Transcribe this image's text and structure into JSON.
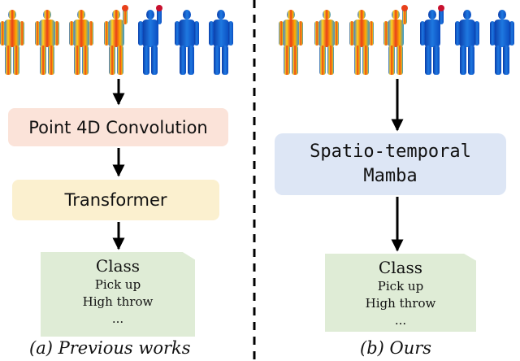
{
  "left": {
    "steps": [
      "Point 4D Convolution",
      "Transformer"
    ],
    "output": {
      "title": "Class",
      "items": [
        "Pick up",
        "High throw",
        "..."
      ]
    },
    "caption": "(a) Previous works"
  },
  "right": {
    "steps": [
      "Spatio-temporal",
      "Mamba"
    ],
    "output": {
      "title": "Class",
      "items": [
        "Pick up",
        "High throw",
        "..."
      ]
    },
    "caption": "(b) Ours"
  },
  "colors": {
    "conv_box": "#fbe3d9",
    "transformer_box": "#fbf0cf",
    "mamba_box": "#dde6f5",
    "class_box": "#dfecd6"
  },
  "icons": [
    "human-point-cloud-icon"
  ]
}
